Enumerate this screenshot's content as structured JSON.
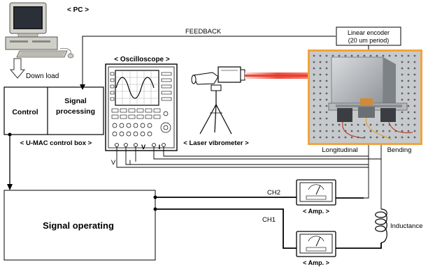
{
  "pc": {
    "label": "< PC  >",
    "download": "Down load"
  },
  "feedback": "FEEDBACK",
  "encoder": {
    "line1": "Linear encoder",
    "line2": "(20 um period)"
  },
  "control_box": {
    "control": "Control",
    "signal_line1": "Signal",
    "signal_line2": "processing",
    "caption": "< U-MAC control box >"
  },
  "oscilloscope": {
    "label": "< Oscilloscope >",
    "v_terminal_1": "V",
    "i_terminal_1": "I",
    "v_terminal_2": "V",
    "i_terminal_2": "I"
  },
  "laser": {
    "label": "< Laser vibrometer >"
  },
  "stage": {
    "longitudinal": "Longitudinal",
    "bending": "Bending"
  },
  "signal_operating": "Signal operating",
  "channels": {
    "ch1": "CH1",
    "ch2": "CH2"
  },
  "amps": {
    "upper": "< Amp. >",
    "lower": "< Amp. >"
  },
  "inductance": "Inductance",
  "colors": {
    "laser_beam": "#e63a2e",
    "photo_frame": "#f2a33a",
    "wire": "#000000"
  }
}
